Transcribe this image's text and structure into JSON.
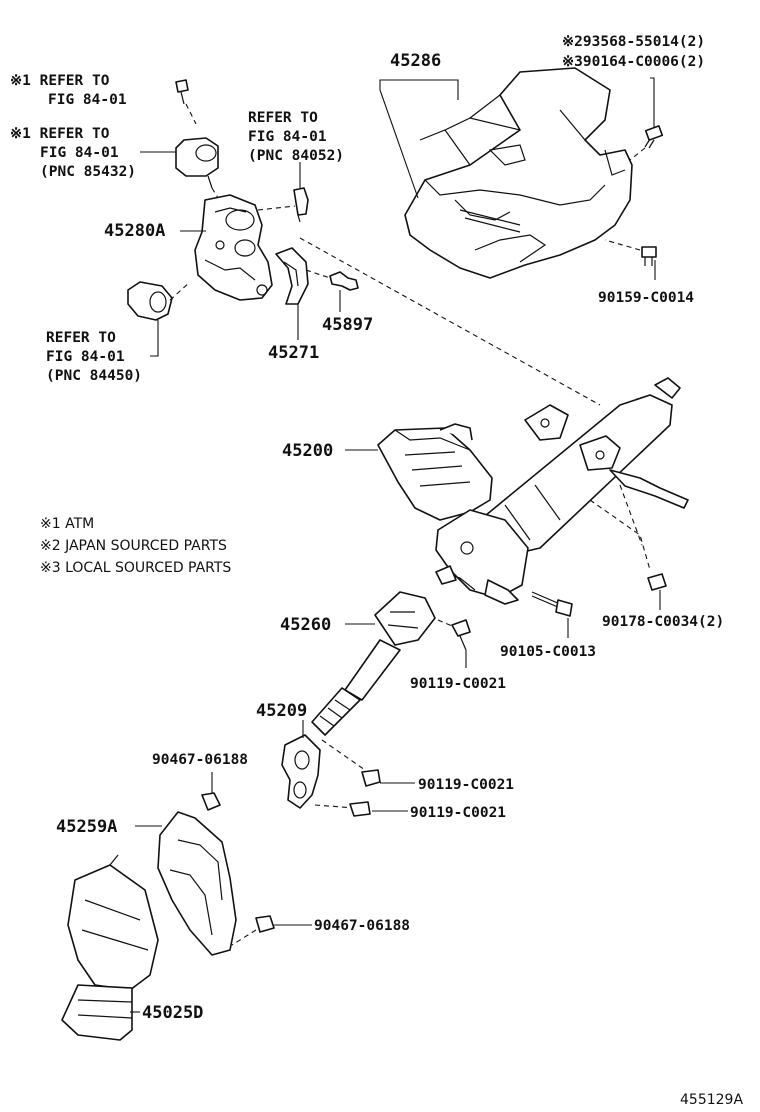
{
  "labels": {
    "refer_atm_1_line1": "※1  REFER TO",
    "refer_atm_1_line2": "FIG 84-01",
    "refer_atm_2_line1": "※1 REFER TO",
    "refer_atm_2_line2": "FIG 84-01",
    "refer_atm_2_line3": "(PNC 85432)",
    "refer_84052_line1": "REFER TO",
    "refer_84052_line2": "FIG 84-01",
    "refer_84052_line3": "(PNC 84052)",
    "refer_84450_line1": "REFER TO",
    "refer_84450_line2": "FIG 84-01",
    "refer_84450_line3": "(PNC 84450)",
    "p45286": "45286",
    "p93568": "※293568-55014(2)",
    "p90164": "※390164-C0006(2)",
    "p90159": "90159-C0014",
    "p45280A": "45280A",
    "p45897": "45897",
    "p45271": "45271",
    "p45200": "45200",
    "p90178": "90178-C0034(2)",
    "p90105": "90105-C0013",
    "p45260": "45260",
    "p90119_a": "90119-C0021",
    "p45209": "45209",
    "p90467_a": "90467-06188",
    "p90119_b": "90119-C0021",
    "p90119_c": "90119-C0021",
    "p45259A": "45259A",
    "p90467_b": "90467-06188",
    "p45025D": "45025D",
    "figure_id": "455129A"
  },
  "legend": {
    "atm": "※1 ATM",
    "japan": "※2 JAPAN SOURCED PARTS",
    "local": "※3 LOCAL SOURCED PARTS"
  }
}
